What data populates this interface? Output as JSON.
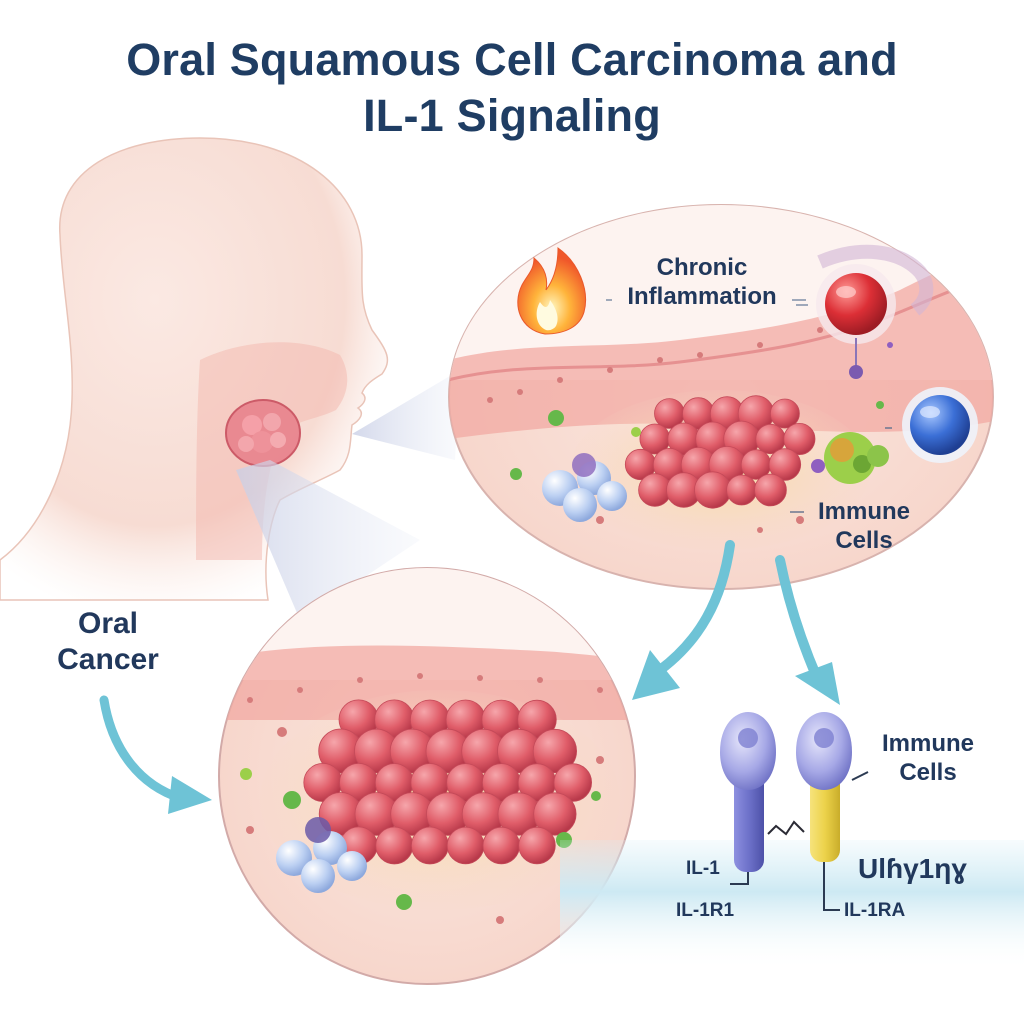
{
  "title": {
    "line1": "Oral Squamous Cell Carcinoma and",
    "line2": "IL-1 Signaling"
  },
  "labels": {
    "oral_cancer": {
      "line1": "Oral",
      "line2": "Cancer"
    },
    "chronic_inflammation": {
      "line1": "Chronic",
      "line2": "Inflammation"
    },
    "immune_cells_top": {
      "line1": "Immune",
      "line2": "Cells"
    },
    "immune_cells_right": {
      "line1": "Immune",
      "line2": "Cells"
    },
    "il1": "IL-1",
    "il1r1": "IL-1R1",
    "il1ra": "IL-1RA",
    "garbled": "Ulɦγ1ηɣ"
  },
  "colors": {
    "title": "#1f3d63",
    "label": "#21385c",
    "arrow": "#6ec3d6",
    "tumor": "#e2606a",
    "receptor_purple": "#6d71c9",
    "receptor_yellow": "#ecd24a"
  },
  "icons": [
    "flame-icon",
    "red-cell-icon",
    "blue-cell-icon",
    "receptor-il1r1",
    "receptor-il1ra"
  ]
}
